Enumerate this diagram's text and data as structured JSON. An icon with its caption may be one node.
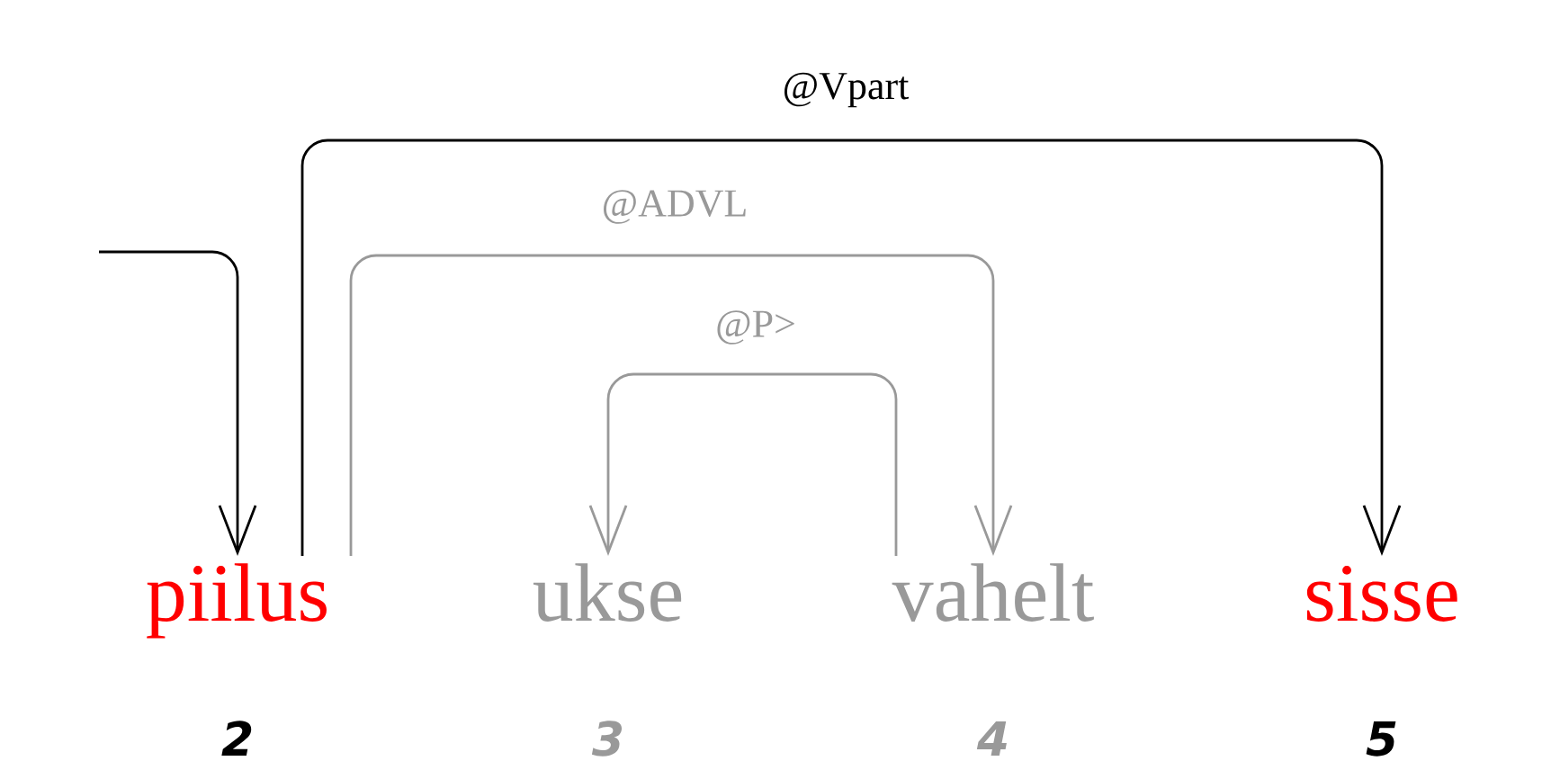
{
  "diagram": {
    "nodes": [
      {
        "text": [
          "piilus"
        ],
        "beside": [
          "2"
        ]
      },
      {
        "text": [
          "ukse"
        ],
        "beside": [
          "3"
        ]
      },
      {
        "text": [
          "vahelt"
        ],
        "beside": [
          "4"
        ]
      },
      {
        "text": [
          "sisse"
        ],
        "beside": [
          "5"
        ]
      }
    ],
    "edges": [
      {
        "from": null,
        "to": 0,
        "arrow": "to"
      },
      {
        "from": 0,
        "to": 3,
        "arrow": "to",
        "label": "@Vpart"
      },
      {
        "from": 0,
        "to": 2,
        "arrow": "to",
        "label": "@ADVL",
        "color": "#999999"
      },
      {
        "from": 2,
        "to": 1,
        "arrow": "to",
        "label": "@P>",
        "color": "#999999"
      }
    ]
  }
}
